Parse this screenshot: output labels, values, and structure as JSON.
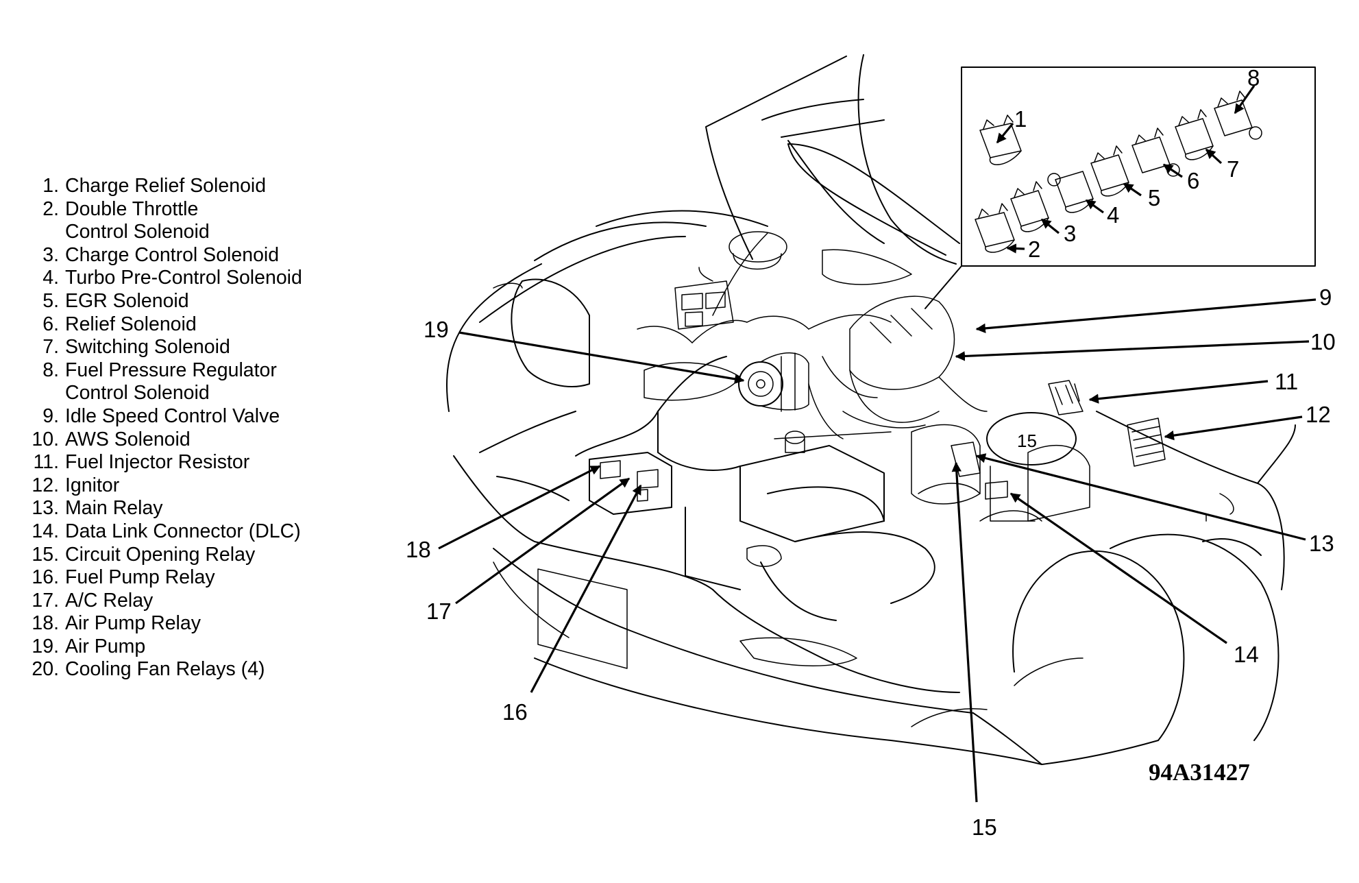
{
  "legend": [
    {
      "number": "1.",
      "lines": [
        "Charge Relief Solenoid"
      ]
    },
    {
      "number": "2.",
      "lines": [
        "Double Throttle",
        "Control Solenoid"
      ]
    },
    {
      "number": "3.",
      "lines": [
        "Charge Control Solenoid"
      ]
    },
    {
      "number": "4.",
      "lines": [
        "Turbo Pre-Control Solenoid"
      ]
    },
    {
      "number": "5.",
      "lines": [
        "EGR Solenoid"
      ]
    },
    {
      "number": "6.",
      "lines": [
        "Relief Solenoid"
      ]
    },
    {
      "number": "7.",
      "lines": [
        "Switching Solenoid"
      ]
    },
    {
      "number": "8.",
      "lines": [
        "Fuel Pressure Regulator",
        "Control Solenoid"
      ]
    },
    {
      "number": "9.",
      "lines": [
        "Idle Speed Control Valve"
      ]
    },
    {
      "number": "10.",
      "lines": [
        "AWS Solenoid"
      ]
    },
    {
      "number": "11.",
      "lines": [
        "Fuel Injector Resistor"
      ]
    },
    {
      "number": "12.",
      "lines": [
        "Ignitor"
      ]
    },
    {
      "number": "13.",
      "lines": [
        "Main Relay"
      ]
    },
    {
      "number": "14.",
      "lines": [
        "Data Link Connector (DLC)"
      ]
    },
    {
      "number": "15.",
      "lines": [
        "Circuit Opening Relay"
      ]
    },
    {
      "number": "16.",
      "lines": [
        "Fuel Pump Relay"
      ]
    },
    {
      "number": "17.",
      "lines": [
        "A/C Relay"
      ]
    },
    {
      "number": "18.",
      "lines": [
        "Air Pump Relay"
      ]
    },
    {
      "number": "19.",
      "lines": [
        "Air Pump"
      ]
    },
    {
      "number": "20.",
      "lines": [
        "Cooling Fan Relays (4)"
      ]
    }
  ],
  "callouts": {
    "c1": "1",
    "c2": "2",
    "c3": "3",
    "c4": "4",
    "c5": "5",
    "c6": "6",
    "c7": "7",
    "c8": "8",
    "c9": "9",
    "c10": "10",
    "c11": "11",
    "c12": "12",
    "c13": "13",
    "c14": "14",
    "c15": "15",
    "c15_inner": "15",
    "c16": "16",
    "c17": "17",
    "c18": "18",
    "c19": "19"
  },
  "figure_id": "94A31427"
}
